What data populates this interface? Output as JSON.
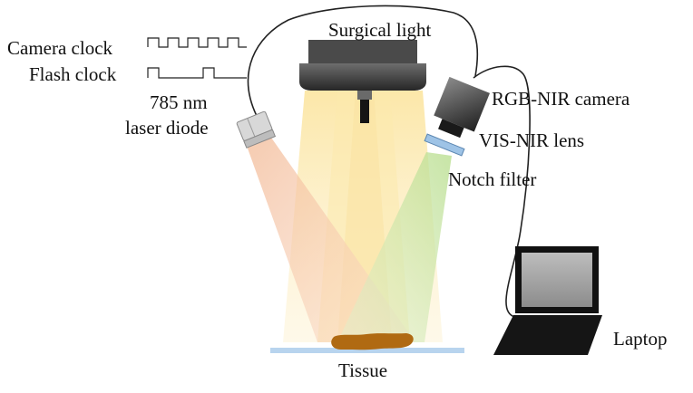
{
  "labels": {
    "camera_clock": "Camera clock",
    "flash_clock": "Flash clock",
    "laser_line1": "785 nm",
    "laser_line2": "laser diode",
    "surgical_light": "Surgical light",
    "camera": "RGB-NIR camera",
    "lens": "VIS-NIR lens",
    "filter": "Notch filter",
    "laptop": "Laptop",
    "tissue": "Tissue"
  },
  "colors": {
    "laser_beam": "#f4c4a8",
    "light_beam": "#fbe7a6",
    "camera_view": "#cfe8b0",
    "tissue": "#b06a12",
    "tissue_surface": "#b8d4ee",
    "filter_glass": "#9ec3e6",
    "device_dark": "#2b2b2b"
  }
}
